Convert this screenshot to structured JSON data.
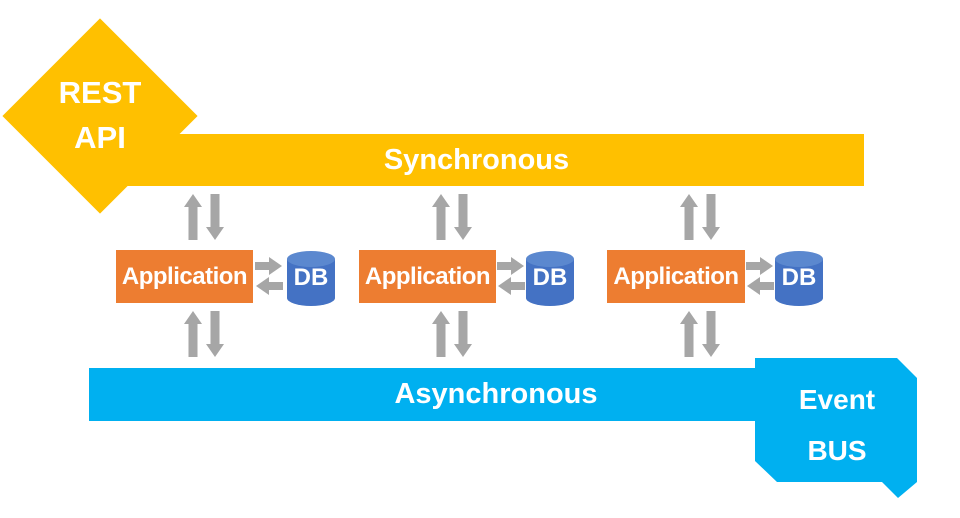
{
  "rest_api": {
    "line1": "REST",
    "line2": "API"
  },
  "synchronous": {
    "label": "Synchronous"
  },
  "asynchronous": {
    "label": "Asynchronous"
  },
  "event_bus": {
    "line1": "Event",
    "line2": "BUS"
  },
  "applications": [
    {
      "label": "Application",
      "db_label": "DB"
    },
    {
      "label": "Application",
      "db_label": "DB"
    },
    {
      "label": "Application",
      "db_label": "DB"
    }
  ],
  "colors": {
    "gold": "#FFC000",
    "orange": "#ED7D31",
    "db-blue": "#4472C4",
    "db-blue-top": "#5B88CF",
    "cyan": "#00B0F0",
    "arrow-gray": "#A6A6A6",
    "label-white": "#FFFFFF"
  }
}
